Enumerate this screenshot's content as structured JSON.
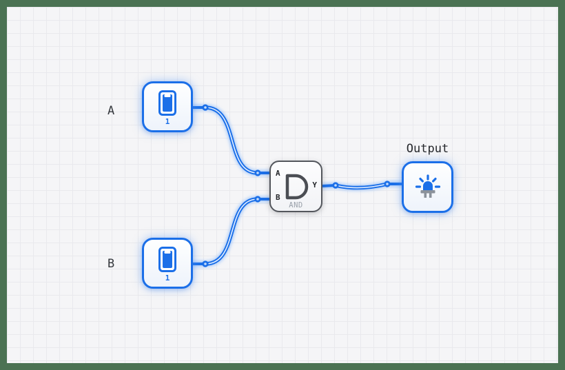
{
  "app": {
    "frame_color": "#4b7253",
    "canvas_bg": "#f5f5f7",
    "grid_color": "#e9e9ed",
    "accent_blue": "#1b6fe8",
    "wire_core_color": "#e4efff",
    "gate_border_color": "#53565c",
    "gate_name_color": "#989fa9"
  },
  "icons": {
    "toggle_switch_icon": "rounded-rect rocker switch, blue, on",
    "led_icon": "blue LED dome with rays, gray legs, lit",
    "and_gate_symbol": "D-shaped AND gate outline"
  },
  "diagram": {
    "type": "logic-circuit",
    "nodes": [
      {
        "id": "switch-a",
        "kind": "toggle-switch",
        "label": "A",
        "value": "1",
        "state": "on"
      },
      {
        "id": "switch-b",
        "kind": "toggle-switch",
        "label": "B",
        "value": "1",
        "state": "on"
      },
      {
        "id": "and-gate",
        "kind": "and-gate",
        "gate_label": "AND",
        "ports": {
          "in_a": "A",
          "in_b": "B",
          "out": "Y"
        }
      },
      {
        "id": "output-led",
        "kind": "led",
        "label": "Output",
        "state": "on"
      }
    ],
    "connections": [
      {
        "from": "switch-a",
        "to": "and-gate.A",
        "signal": "1"
      },
      {
        "from": "switch-b",
        "to": "and-gate.B",
        "signal": "1"
      },
      {
        "from": "and-gate.Y",
        "to": "output-led",
        "signal": "1"
      }
    ]
  }
}
